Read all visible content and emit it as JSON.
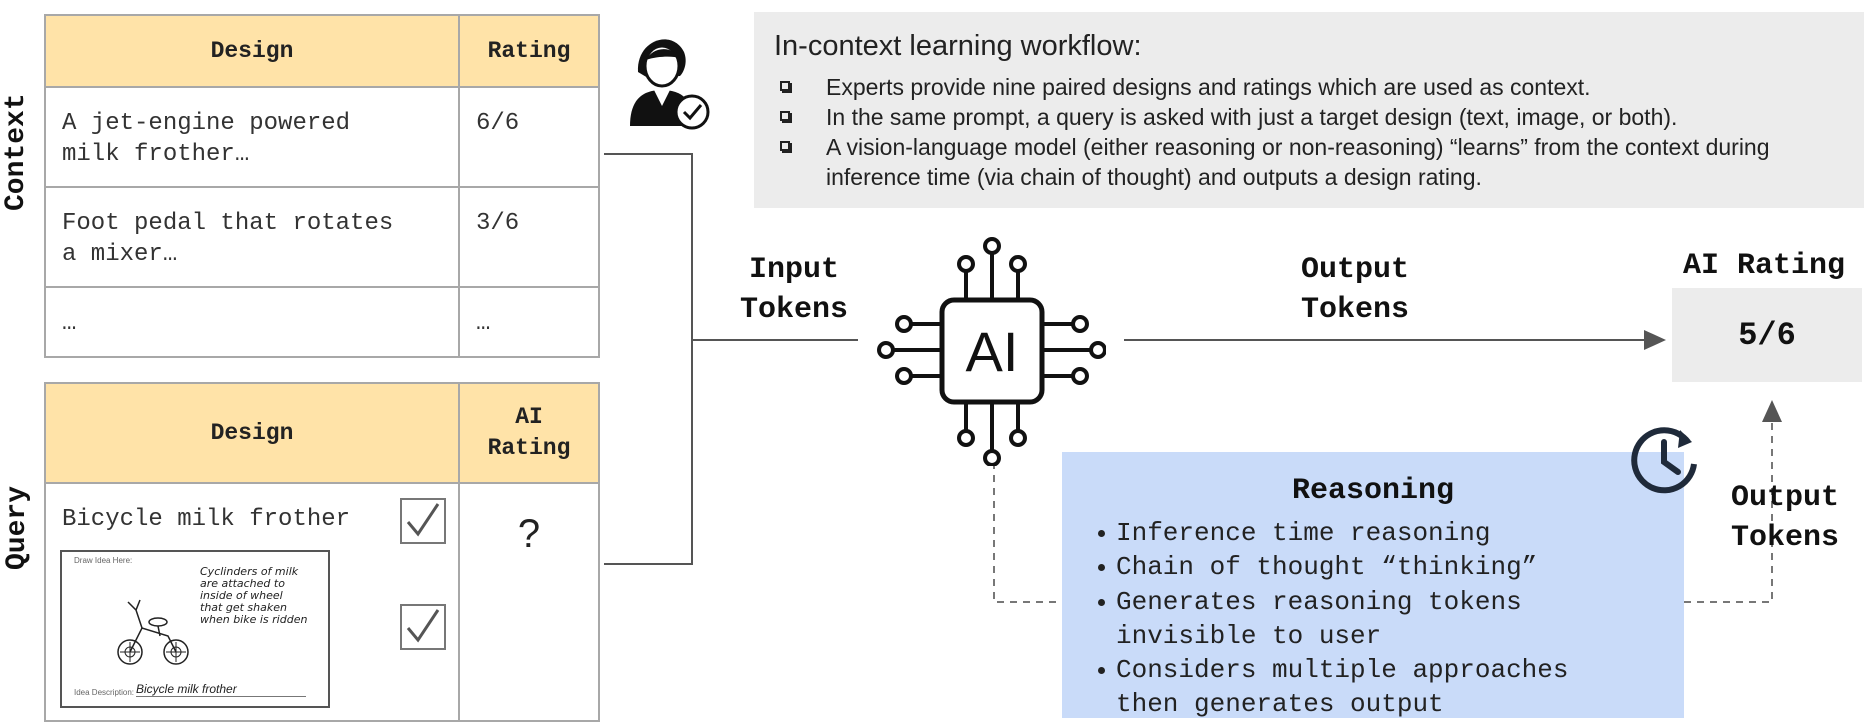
{
  "context_table": {
    "side_label": "Context",
    "headers": [
      "Design",
      "Rating"
    ],
    "rows": [
      {
        "design": "A jet-engine powered\nmilk frother…",
        "rating": "6/6"
      },
      {
        "design": "Foot pedal that rotates\na mixer…",
        "rating": "3/6"
      },
      {
        "design": "…",
        "rating": "…"
      }
    ]
  },
  "query_table": {
    "side_label": "Query",
    "headers": [
      "Design",
      "AI\nRating"
    ],
    "design_text": "Bicycle milk frother",
    "rating": "?",
    "sketch": {
      "header": "Draw Idea Here:",
      "note": "Cyclinders of milk\nare attached to\ninside of wheel\nthat get shaken\nwhen bike is ridden",
      "footer_label": "Idea Description:",
      "footer_value": "Bicycle milk frother"
    }
  },
  "workflow": {
    "title": "In-context learning workflow:",
    "bullets": [
      "Experts provide nine paired designs and ratings which are used as context.",
      "In the same prompt, a query is asked with just a target design (text, image, or both).",
      "A vision-language model (either reasoning or non-reasoning)  “learns” from the context during inference time (via chain of thought) and outputs a design rating."
    ]
  },
  "labels": {
    "input_tokens": "Input\nTokens",
    "output_tokens": "Output\nTokens",
    "output_tokens_2": "Output\nTokens",
    "ai_rating_title": "AI Rating",
    "ai_chip": "AI"
  },
  "ai_rating_value": "5/6",
  "reasoning": {
    "title": "Reasoning",
    "items": [
      "Inference time reasoning",
      "Chain of thought “thinking”",
      "Generates reasoning tokens\ninvisible to user",
      "Considers multiple approaches\nthen generates output"
    ]
  },
  "icons": {
    "expert": "expert-user-check-icon",
    "chip": "ai-chip-icon",
    "clock": "clock-refresh-icon",
    "checkbox": "checkbox-checked-icon"
  }
}
